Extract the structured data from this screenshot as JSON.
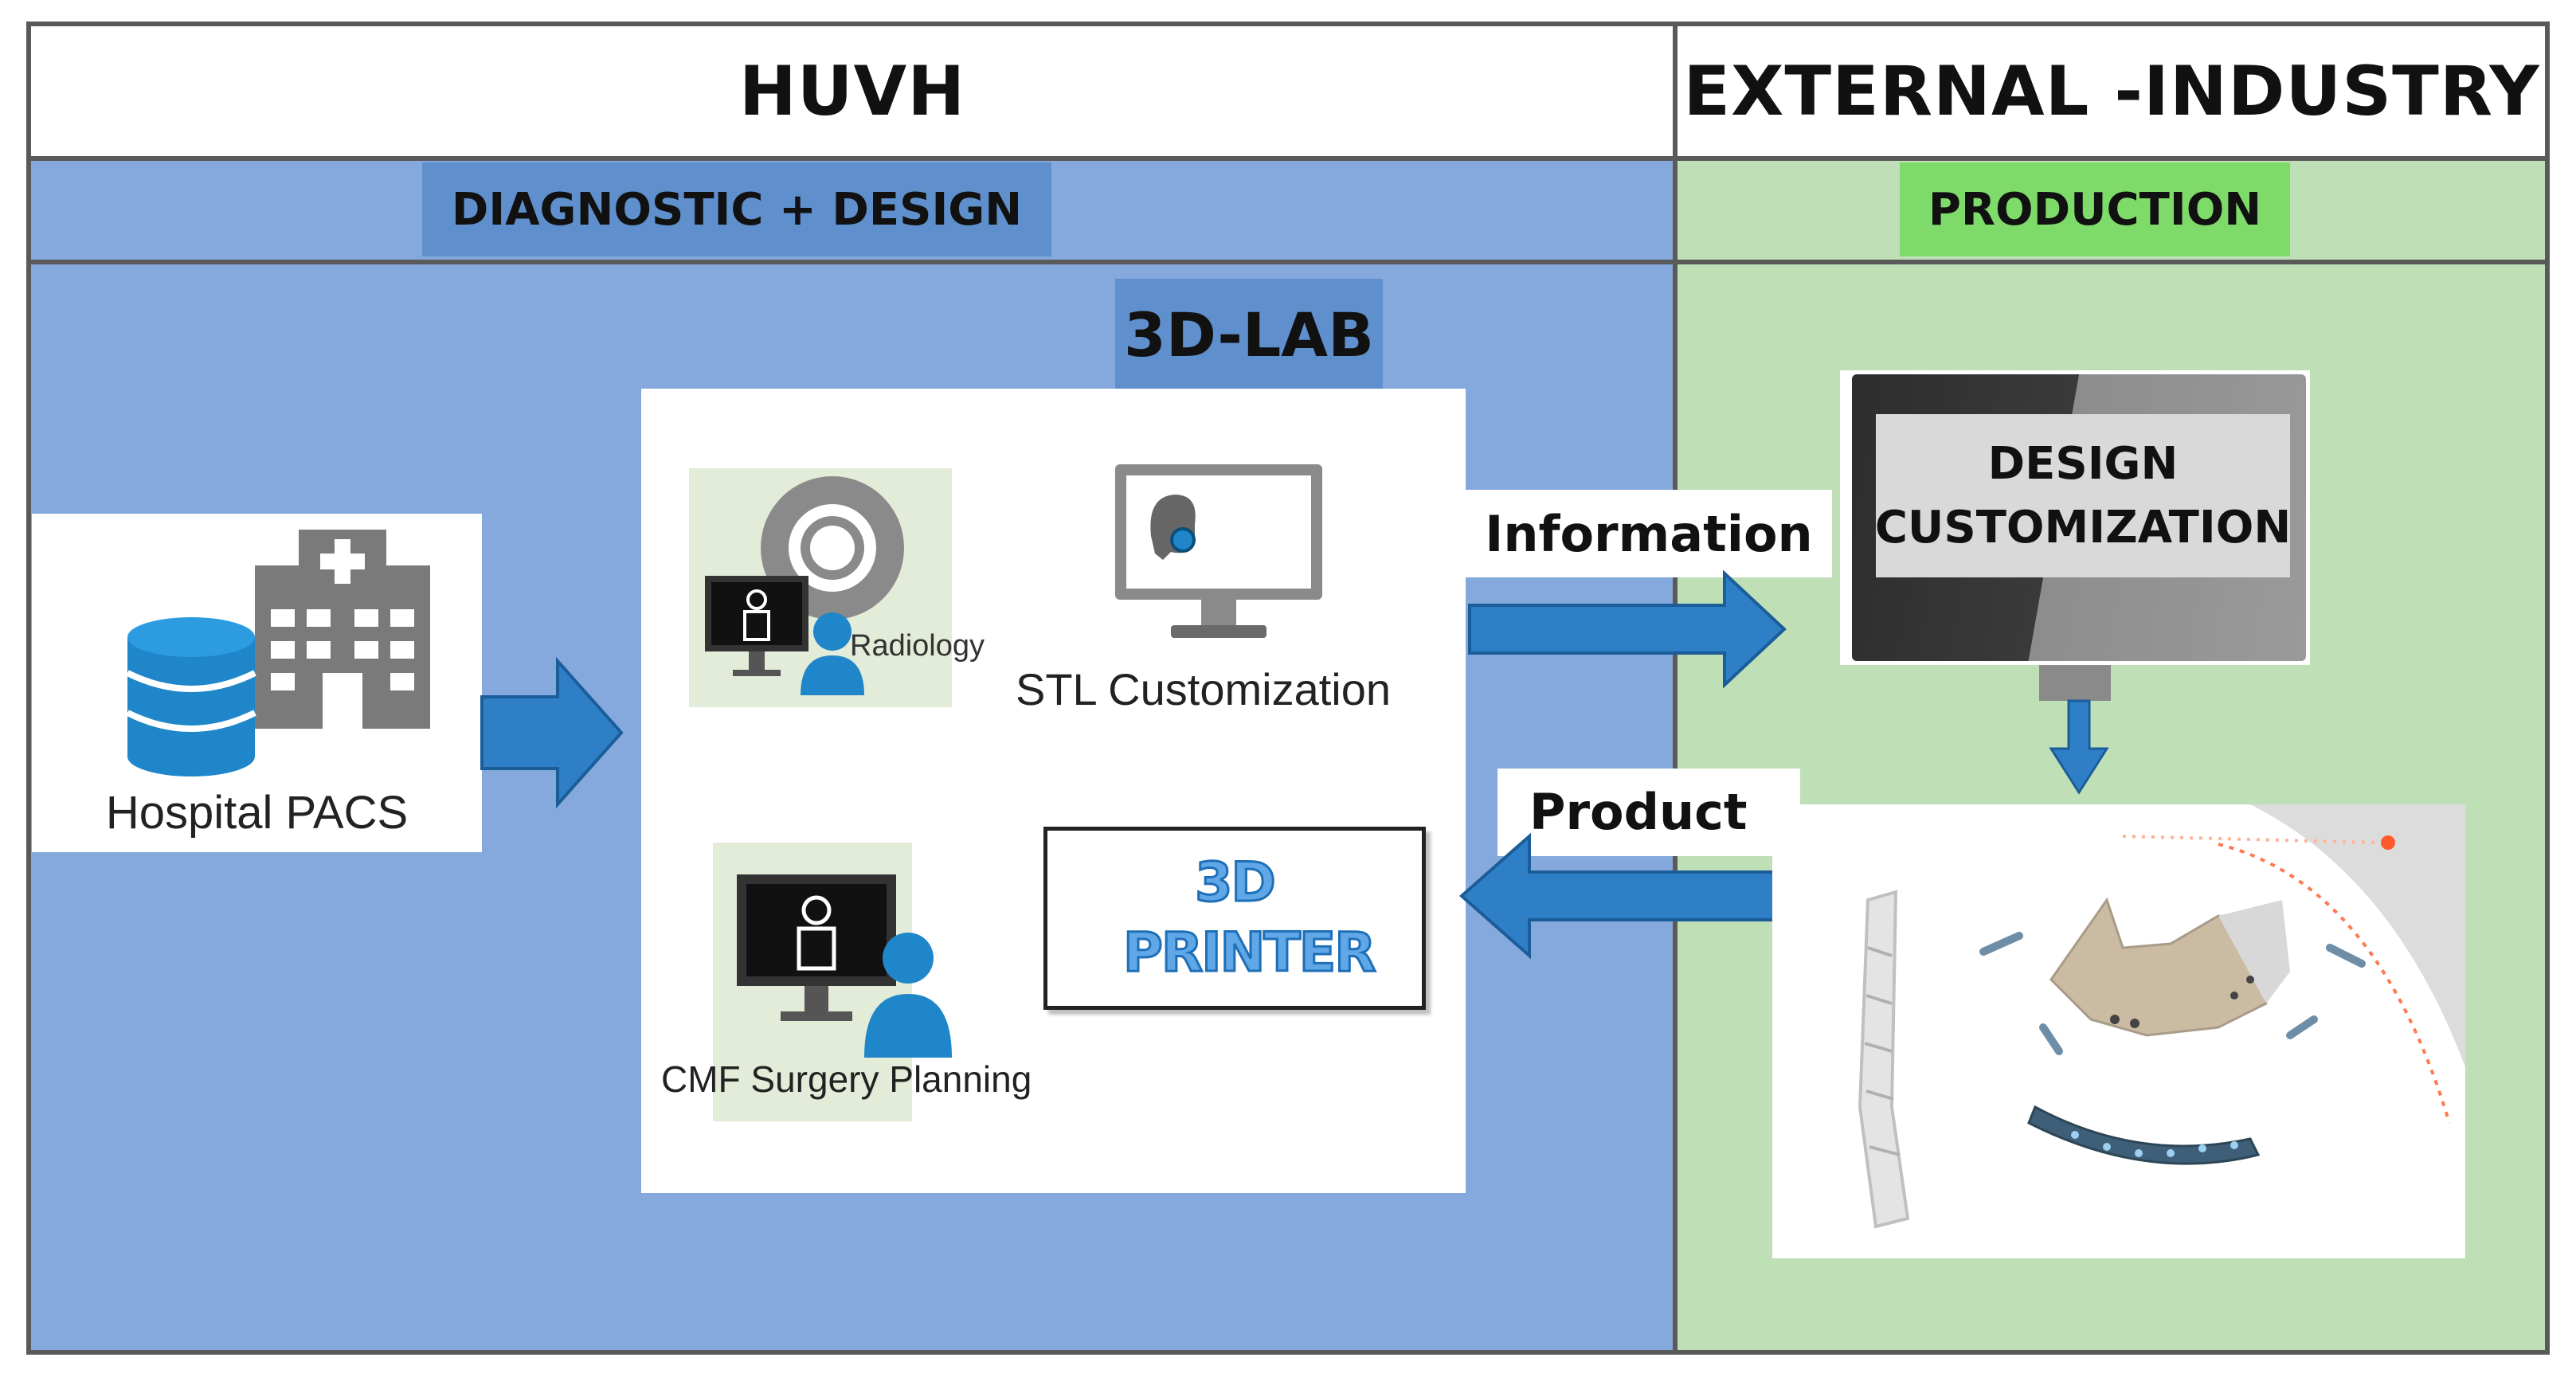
{
  "left_panel": {
    "title": "HUVH",
    "subtitle": "DIAGNOSTIC + DESIGN",
    "lab_label": "3D-LAB",
    "pacs": {
      "label": "Hospital PACS"
    },
    "lab_items": {
      "radiology": "Radiology",
      "stl": "STL Customization",
      "cmf": "CMF Surgery Planning",
      "printer": "3D PRINTER"
    }
  },
  "right_panel": {
    "title": "EXTERNAL -INDUSTRY",
    "subtitle": "PRODUCTION",
    "design": {
      "line1": "DESIGN",
      "line2": "CUSTOMIZATION"
    }
  },
  "flows": {
    "information": "Information",
    "product": "Product"
  },
  "colors": {
    "left_blue": "#85a9dd",
    "left_subtitle_blue": "#5f8fcc",
    "right_green": "#bfe0b6",
    "production_green": "#7edb6a",
    "arrow_blue": "#2f7fc7",
    "icon_blue": "#1e86c9",
    "icon_gray": "#7a7a7a"
  }
}
